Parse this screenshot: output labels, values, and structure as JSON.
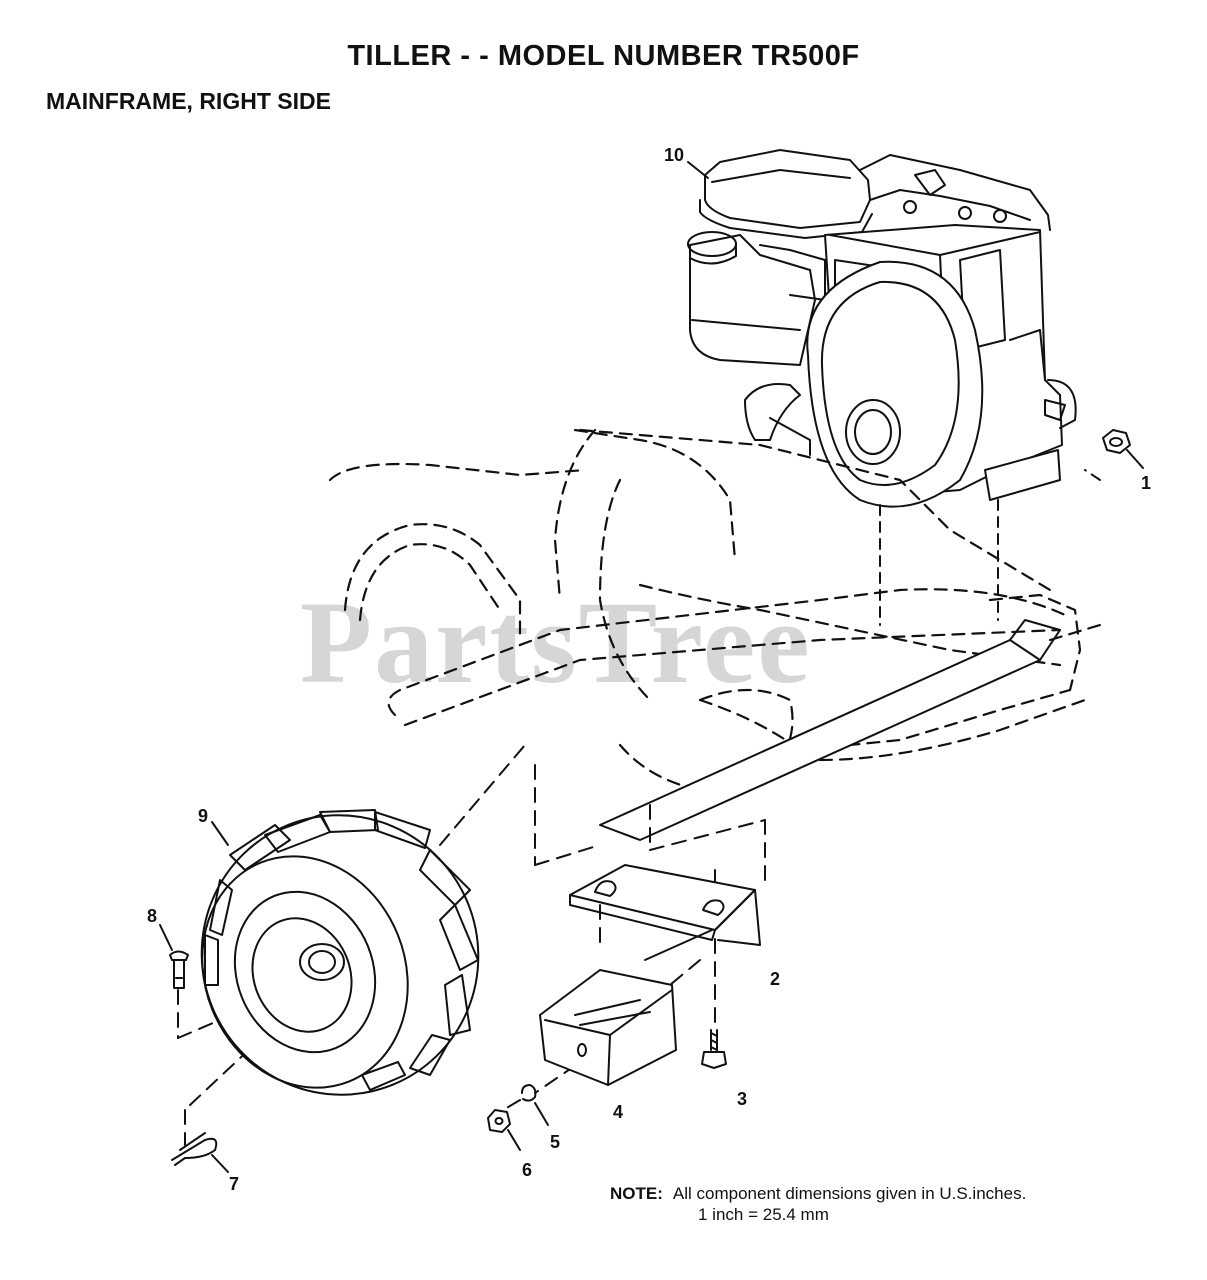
{
  "title": "TILLER - - MODEL NUMBER TR500F",
  "subtitle": "MAINFRAME, RIGHT SIDE",
  "watermark": "PartsTree",
  "callouts": [
    {
      "id": "1",
      "part": "nut"
    },
    {
      "id": "2",
      "part": "bracket"
    },
    {
      "id": "3",
      "part": "bolt"
    },
    {
      "id": "4",
      "part": "weight"
    },
    {
      "id": "5",
      "part": "lock-washer"
    },
    {
      "id": "6",
      "part": "nut"
    },
    {
      "id": "7",
      "part": "hairpin-clip"
    },
    {
      "id": "8",
      "part": "clevis-pin"
    },
    {
      "id": "9",
      "part": "wheel"
    },
    {
      "id": "10",
      "part": "engine"
    }
  ],
  "note": {
    "label": "NOTE:",
    "line1": "All component dimensions given in U.S.inches.",
    "line2": "1 inch = 25.4 mm"
  }
}
